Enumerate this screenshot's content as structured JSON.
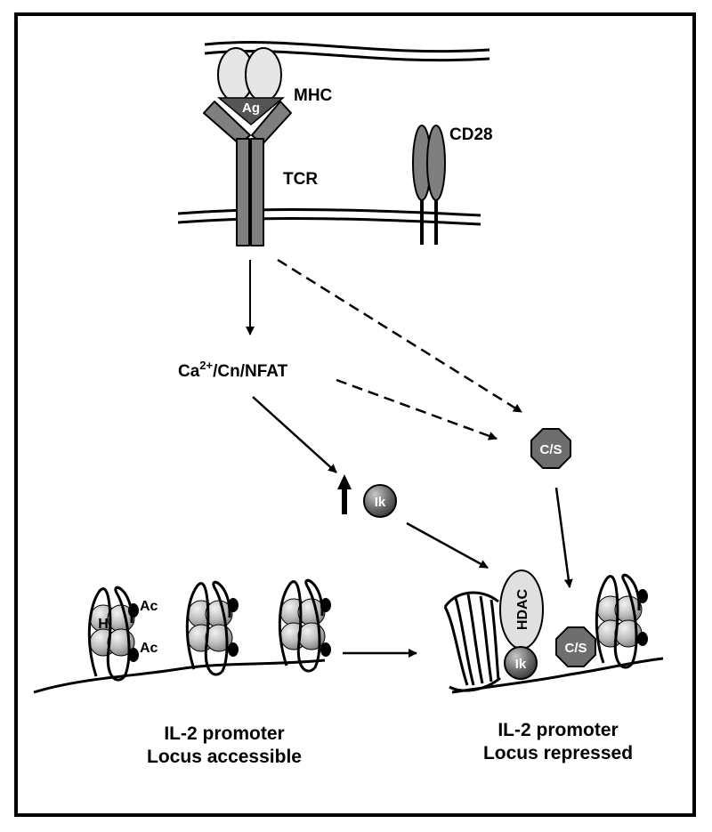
{
  "labels": {
    "mhc": "MHC",
    "ag": "Ag",
    "tcr": "TCR",
    "cd28": "CD28",
    "pathway_prefix": "Ca",
    "pathway_superscript": "2+",
    "pathway_suffix": "/Cn/NFAT",
    "cs_1": "C/S",
    "cs_2": "C/S",
    "ik_1": "Ik",
    "ik_2": "Ik",
    "hdac": "HDAC",
    "histone": "H",
    "acetyl_top": "Ac",
    "acetyl_bottom": "Ac"
  },
  "captions": {
    "left_line1": "IL-2 promoter",
    "left_line2": "Locus accessible",
    "right_line1": "IL-2 promoter",
    "right_line2": "Locus repressed"
  },
  "colors": {
    "receptor": "#7f7f7f",
    "ag_triangle": "#555555",
    "mhc_fill": "#e6e6e6",
    "octagon": "#6e6e6e",
    "histone_light": "#dcdcdc",
    "histone_dark": "#8c8c8c",
    "hdac_fill": "#e0e0e0",
    "ik_fill": "#707070"
  }
}
